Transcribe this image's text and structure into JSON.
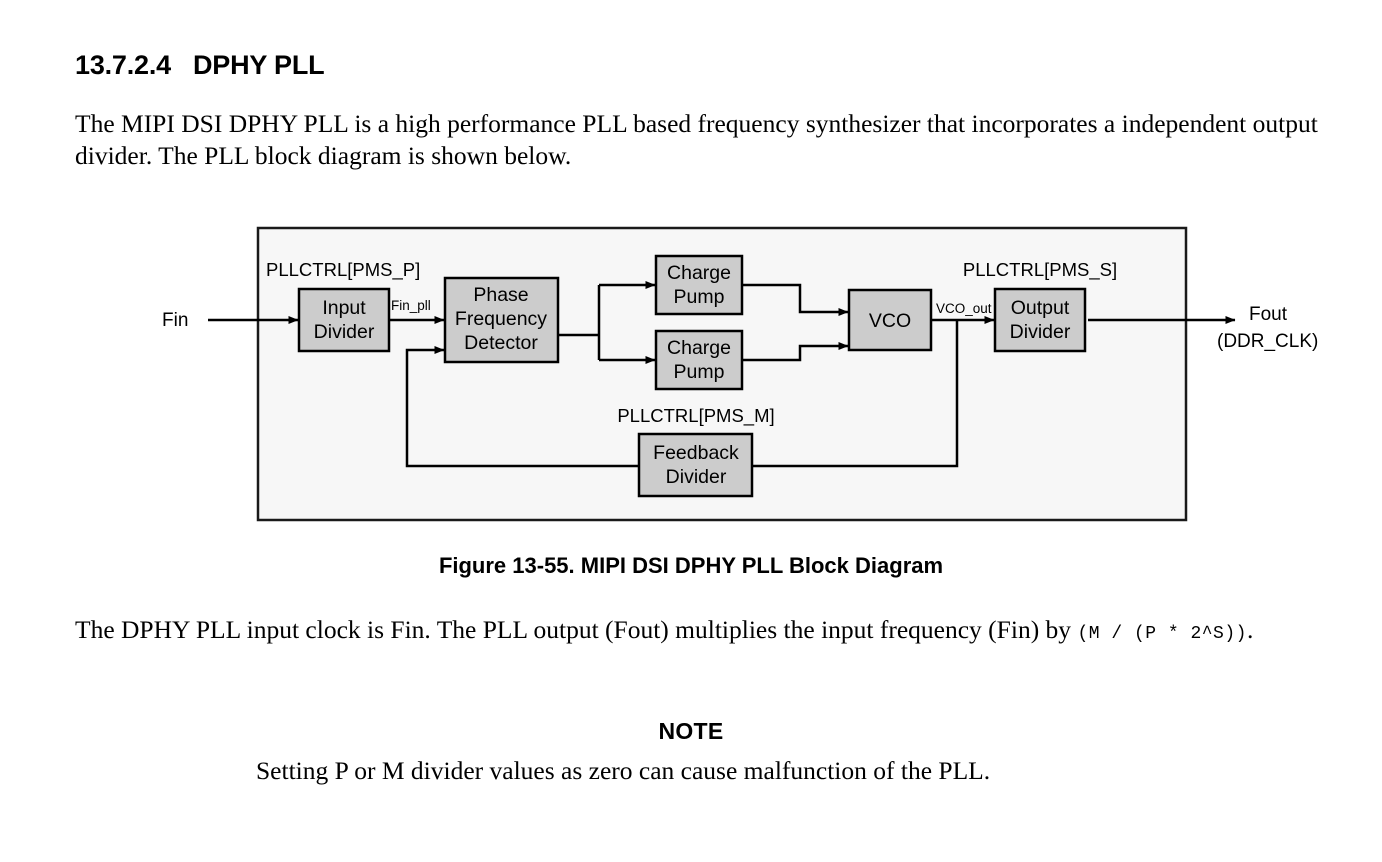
{
  "heading": {
    "number": "13.7.2.4",
    "title": "DPHY PLL"
  },
  "intro_paragraph": "The MIPI DSI DPHY PLL is a high performance PLL based frequency synthesizer that incorporates a independent output divider. The PLL block diagram is shown below.",
  "figure": {
    "caption": "Figure 13-55. MIPI DSI DPHY PLL Block Diagram",
    "frame_fill": "#f7f7f7",
    "block_fill": "#cccccc",
    "block_stroke": "#000000",
    "input_signal": "Fin",
    "output_signal_line1": "Fout",
    "output_signal_line2": "(DDR_CLK)",
    "internal_signal_1": "Fin_pll",
    "internal_signal_2": "VCO_out",
    "register_labels": {
      "p": "PLLCTRL[PMS_P]",
      "m": "PLLCTRL[PMS_M]",
      "s": "PLLCTRL[PMS_S]"
    },
    "blocks": {
      "input_divider_line1": "Input",
      "input_divider_line2": "Divider",
      "pfd_line1": "Phase",
      "pfd_line2": "Frequency",
      "pfd_line3": "Detector",
      "charge_pump_top_line1": "Charge",
      "charge_pump_top_line2": "Pump",
      "charge_pump_bottom_line1": "Charge",
      "charge_pump_bottom_line2": "Pump",
      "vco": "VCO",
      "output_divider_line1": "Output",
      "output_divider_line2": "Divider",
      "feedback_divider_line1": "Feedback",
      "feedback_divider_line2": "Divider"
    }
  },
  "formula_paragraph": {
    "text_before": "The DPHY PLL input clock is Fin. The PLL output (Fout) multiplies the input frequency (Fin) by ",
    "formula": "(M / (P * 2^S))",
    "text_after": "."
  },
  "note": {
    "title": "NOTE",
    "body": "Setting P or M divider values as zero can cause malfunction of the PLL."
  }
}
